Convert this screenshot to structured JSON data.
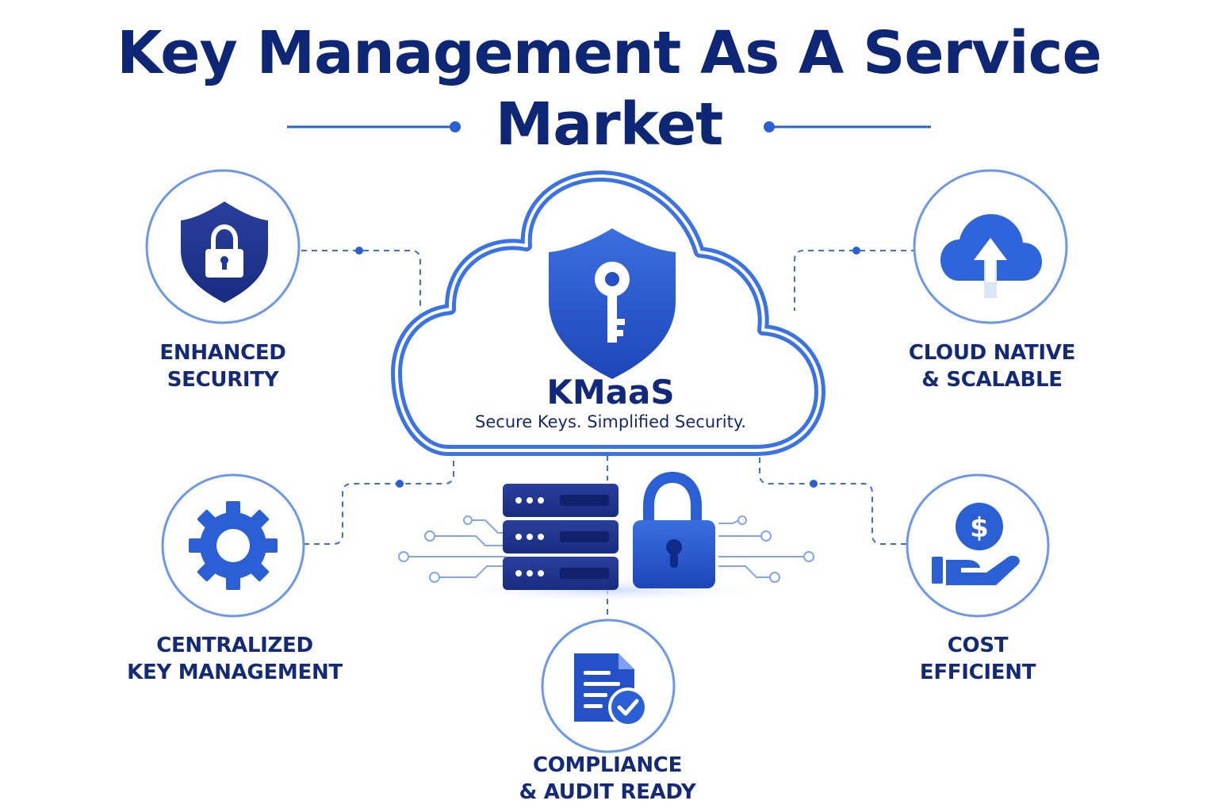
{
  "title": {
    "line1": "Key Management As A Service",
    "line2": "Market"
  },
  "center": {
    "name": "KMaaS",
    "tagline": "Secure Keys. Simplified Security.",
    "icons": [
      "cloud-icon",
      "shield-key-icon",
      "server-rack-icon",
      "padlock-icon"
    ]
  },
  "features": [
    {
      "id": "enhanced-security",
      "line1": "ENHANCED",
      "line2": "SECURITY",
      "icon": "shield-lock-icon"
    },
    {
      "id": "cloud-native",
      "line1": "CLOUD NATIVE",
      "line2": "& SCALABLE",
      "icon": "cloud-upload-icon"
    },
    {
      "id": "centralized",
      "line1": "CENTRALIZED",
      "line2": "KEY MANAGEMENT",
      "icon": "gear-icon"
    },
    {
      "id": "cost-efficient",
      "line1": "COST",
      "line2": "EFFICIENT",
      "icon": "hand-dollar-icon"
    },
    {
      "id": "compliance",
      "line1": "COMPLIANCE",
      "line2": "& AUDIT READY",
      "icon": "document-check-icon"
    }
  ],
  "colors": {
    "navy": "#0e2676",
    "blue": "#2a5fd6",
    "light_blue": "#5f8ff0",
    "circle_stroke": "#6b97ec"
  }
}
